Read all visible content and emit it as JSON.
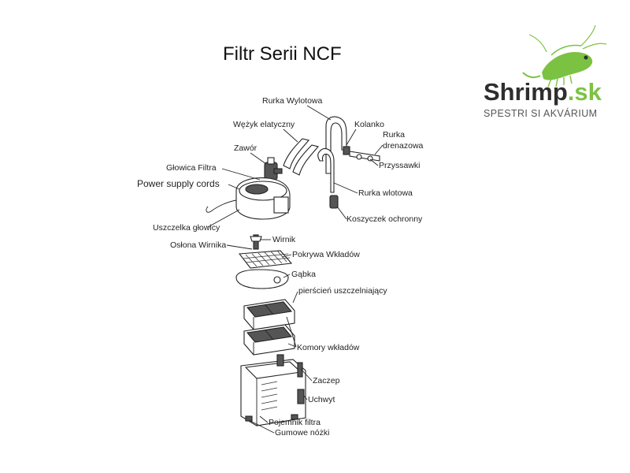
{
  "title": "Filtr Serii NCF",
  "colors": {
    "logo_green": "#7cc242",
    "logo_dark": "#2e2e2e",
    "line": "#222222"
  },
  "logo": {
    "brand": "Shrimp",
    "tld": ".sk",
    "tagline": "SPESTRI SI AKVÁRIUM",
    "icon": "shrimp-icon"
  },
  "labels": {
    "rurka_wylotowa": "Rurka Wylotowa",
    "kolanko": "Kolanko",
    "wezyk": "Wężyk elatyczny",
    "rurka_drenazowa_1": "Rurka",
    "rurka_drenazowa_2": "drenazowa",
    "zawor": "Zawór",
    "przyssawki": "Przyssawki",
    "glowica": "Głowica Filtra",
    "power": "Power supply cords",
    "rurka_wlotowa": "Rurka wlotowa",
    "koszyczek": "Koszyczek ochronny",
    "uszczelka": "Uszczelka głowicy",
    "wirnik": "Wirnik",
    "oslona": "Osłona Wirnika",
    "pokrywa": "Pokrywa Wkładów",
    "gabka": "Gąbka",
    "pierscien": "pierścień uszczelniający",
    "komory": "Komory wkładów",
    "zaczep": "Zaczep",
    "uchwyt": "Uchwyt",
    "pojemnik": "Pojemnik filtra",
    "nozki": "Gumowe nóżki"
  }
}
